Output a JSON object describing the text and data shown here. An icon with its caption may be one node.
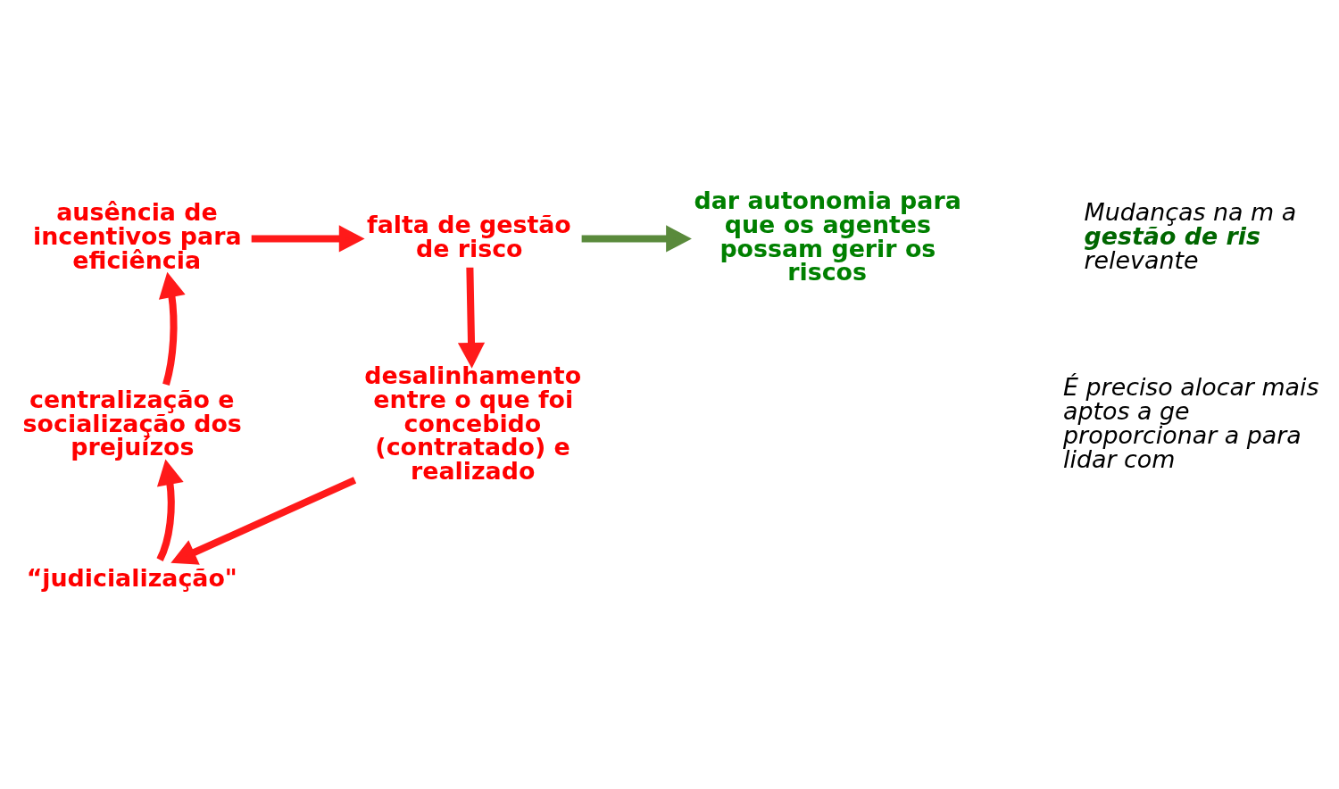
{
  "diagram": {
    "nodes": [
      {
        "text": [
          "ausência de incentivos para eficiência"
        ]
      },
      {
        "text": [
          "falta de gestão de risco"
        ]
      },
      {
        "text": [
          "desalinhamento entre o que foi concebido (contratado) e realizado"
        ]
      },
      {
        "text": [
          "“judicialização\""
        ]
      },
      {
        "text": [
          "centralização e socialização dos prejuízos"
        ]
      },
      {
        "text": [
          "dar autonomia para que os agentes possam gerir os riscos"
        ]
      }
    ],
    "edges": [
      {
        "from": 0,
        "to": 1,
        "arrow": "to"
      },
      {
        "from": 1,
        "to": 2,
        "arrow": "to"
      },
      {
        "from": 2,
        "to": 3,
        "arrow": "to"
      },
      {
        "from": 3,
        "to": 4,
        "arrow": "to"
      },
      {
        "from": 4,
        "to": 0,
        "arrow": "to"
      },
      {
        "from": 1,
        "to": 5,
        "arrow": "to",
        "color": "#5a8a3c"
      }
    ],
    "labels": [
      "Mudanças na m a **gestão de ris** relevante",
      "É preciso alocar mais aptos a ge proporcionar a para lidar com"
    ]
  }
}
